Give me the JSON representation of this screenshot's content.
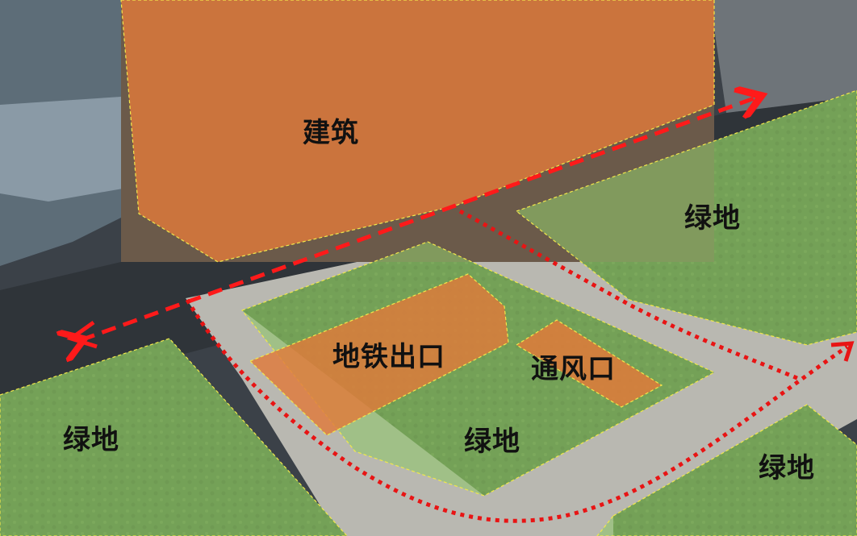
{
  "labels": {
    "building": "建筑",
    "green_top_right": "绿地",
    "subway_exit": "地铁出口",
    "vent": "通风口",
    "green_left": "绿地",
    "green_middle": "绿地",
    "green_bottom_right": "绿地"
  },
  "colors": {
    "building_overlay": "#e07a3a",
    "green_overlay": "#8fc46a",
    "zone_outline": "#f2e84a",
    "route_main": "#ff1a1a",
    "route_dotted": "#e81414"
  }
}
